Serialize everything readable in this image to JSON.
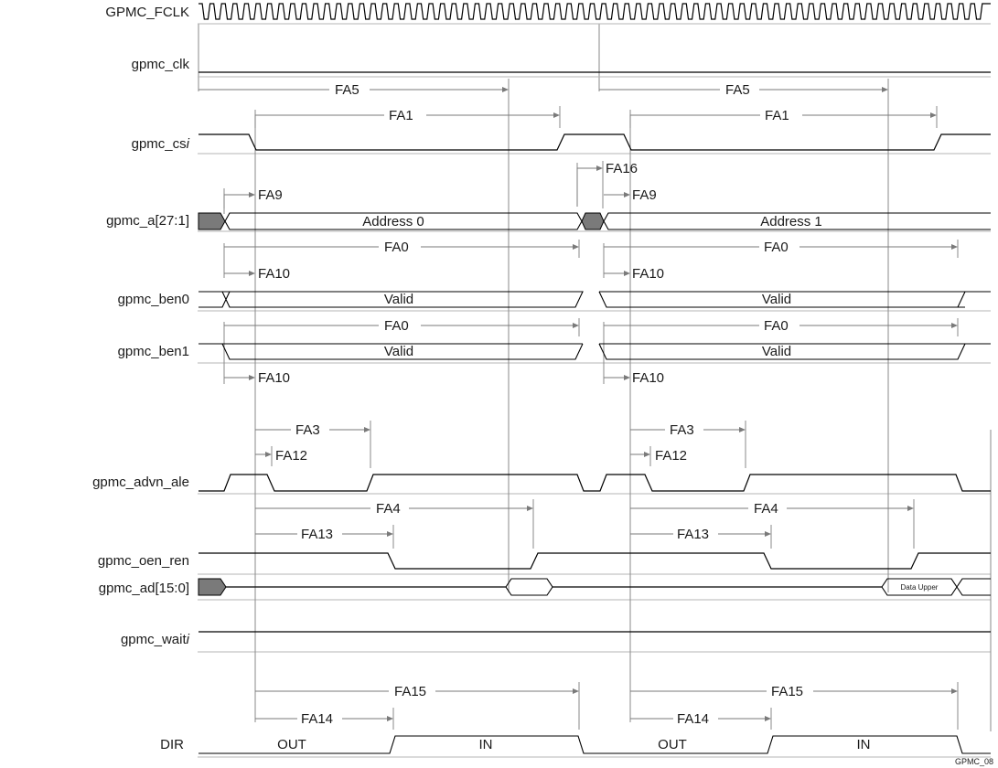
{
  "signals": {
    "fclk": "GPMC_FCLK",
    "clk": "gpmc_clk",
    "cs": "gpmc_cs",
    "a": "gpmc_a[27:1]",
    "ben0": "gpmc_ben0",
    "ben1": "gpmc_ben1",
    "advn_ale": "gpmc_advn_ale",
    "oen_ren": "gpmc_oen_ren",
    "ad": "gpmc_ad[15:0]",
    "wait": "gpmc_wait",
    "dir": "DIR"
  },
  "suffix": "i",
  "values": {
    "address0": "Address 0",
    "address1": "Address 1",
    "valid": "Valid",
    "data_upper": "Data Upper",
    "out": "OUT",
    "in": "IN"
  },
  "params": {
    "fa5": "FA5",
    "fa1": "FA1",
    "fa16": "FA16",
    "fa9": "FA9",
    "fa0": "FA0",
    "fa10": "FA10",
    "fa3": "FA3",
    "fa12": "FA12",
    "fa4": "FA4",
    "fa13": "FA13",
    "fa15": "FA15",
    "fa14": "FA14"
  },
  "figure_id": "GPMC_08"
}
